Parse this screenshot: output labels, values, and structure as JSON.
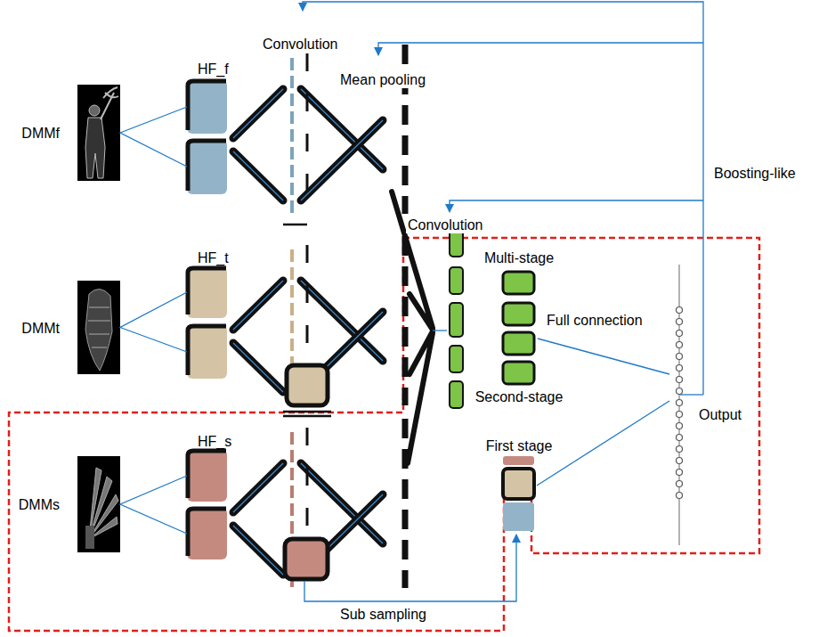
{
  "diagram": {
    "nodes": [
      {
        "text": [
          "DMMf"
        ]
      },
      {
        "text": [
          "HF_f"
        ]
      },
      {
        "text": [
          "DMMt"
        ]
      },
      {
        "text": [
          "HF_t"
        ]
      },
      {
        "text": [
          "DMMs"
        ]
      },
      {
        "text": [
          "HF_s"
        ]
      },
      {
        "text": [
          "Multi-stage",
          "Second-stage"
        ]
      },
      {
        "text": [
          "First stage"
        ]
      },
      {
        "text": [
          "Output"
        ]
      }
    ],
    "edges": [
      {
        "from": 0,
        "to": 1,
        "arrow": "none"
      },
      {
        "from": 2,
        "to": 3,
        "arrow": "none"
      },
      {
        "from": 4,
        "to": 5,
        "arrow": "none"
      },
      {
        "from": 6,
        "to": 8,
        "label": "Full connection",
        "arrow": "none"
      },
      {
        "from": 7,
        "to": 8,
        "arrow": "none"
      }
    ],
    "labels": [
      "Convolution",
      "Mean pooling",
      "Convolution",
      "Boosting-like",
      "Sub sampling"
    ]
  }
}
